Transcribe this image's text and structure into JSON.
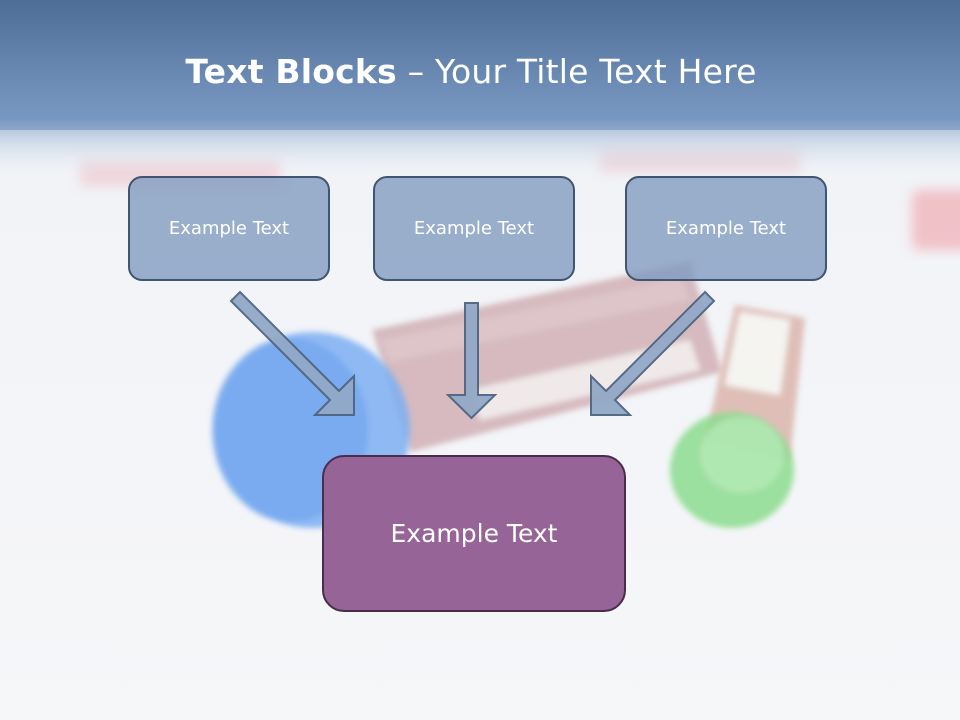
{
  "title": {
    "bold": "Text Blocks",
    "separator": " – ",
    "rest": "Your Title Text Here"
  },
  "blocks": [
    {
      "label": "Example Text"
    },
    {
      "label": "Example Text"
    },
    {
      "label": "Example Text"
    }
  ],
  "target": {
    "label": "Example Text"
  },
  "colors": {
    "header_band": "#6d8db5",
    "small_box_fill": "#8aa2c4",
    "small_box_border": "#3f5571",
    "target_fill": "#976498",
    "target_border": "#4a2d4b",
    "arrow_fill": "#93a9c7",
    "arrow_stroke": "#4e6580"
  },
  "background_image": {
    "subject": "blood test tubes",
    "cap_colors": [
      "#3f8cf0",
      "#4ccc52",
      "#e25a66"
    ]
  }
}
